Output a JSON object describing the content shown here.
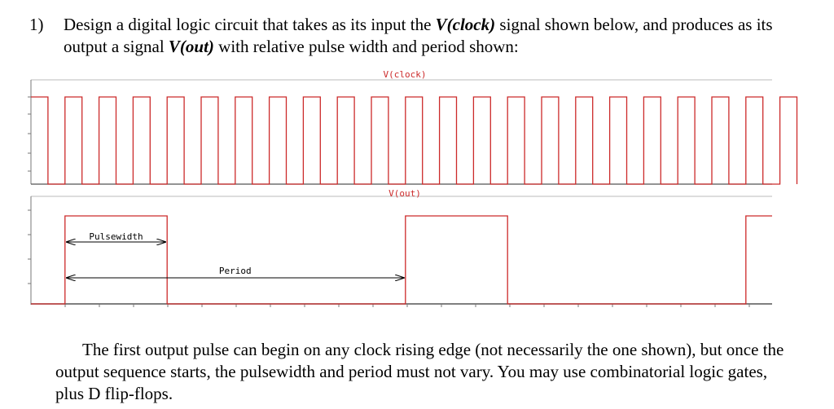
{
  "question": {
    "number": "1)",
    "text_a": "Design a digital logic circuit that takes as its input the ",
    "signal_in": "V(clock)",
    "text_b": " signal shown below, and produces as its output a signal ",
    "signal_out": "V(out)",
    "text_c": " with relative pulse width and period shown:"
  },
  "diagram": {
    "clock_title": "V(clock)",
    "out_title": "V(out)",
    "pulsewidth_label": "Pulsewidth",
    "period_label": "Period",
    "colors": {
      "signal": "#cc2a2a",
      "axis": "#555555",
      "arrow": "#000000"
    },
    "clock": {
      "cycles": 22,
      "duty": 0.5
    },
    "out": {
      "pulse_cycles": 3,
      "period_cycles": 10,
      "first_pulse_cycle": 1
    }
  },
  "footer": {
    "text": "The first output pulse can begin on any clock rising edge (not necessarily the one shown), but once the output sequence starts, the pulsewidth and period must not vary. You may use combinatorial logic gates, plus D flip-flops."
  }
}
